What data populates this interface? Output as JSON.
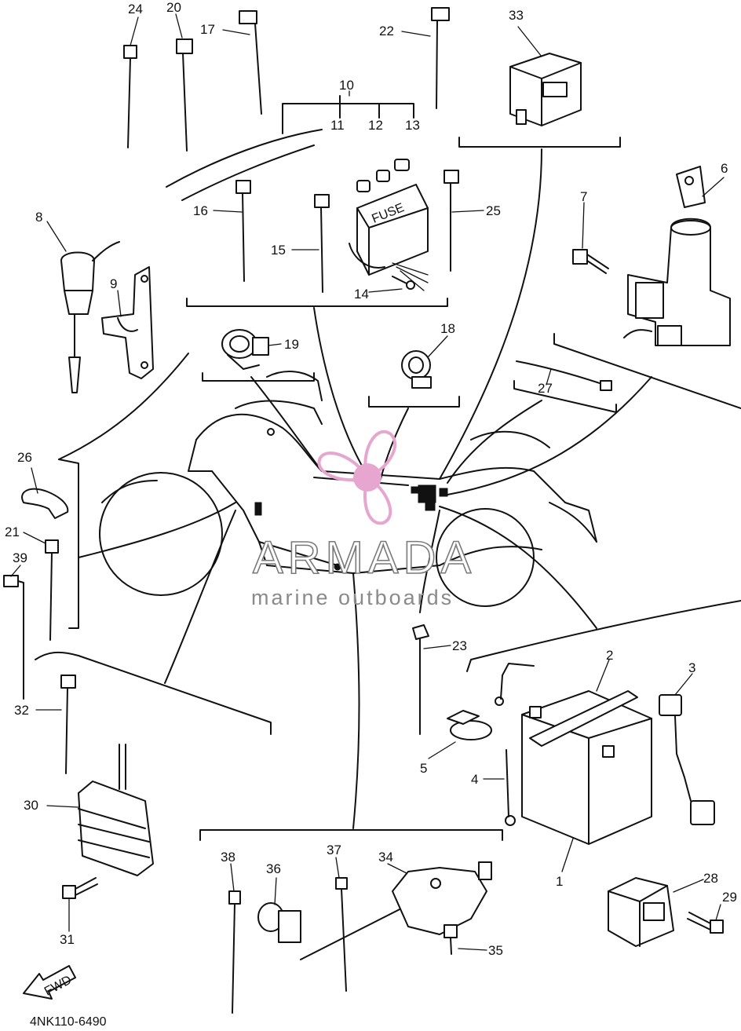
{
  "diagram": {
    "part_code": "4NK110-6490",
    "fuse_label": "FUSE",
    "fwd_label": "FWD",
    "watermark": {
      "brand": "ARMADA",
      "tagline": "marine outboards",
      "brand_color": "#7a7a7a",
      "logo_color": "#e7a6cf"
    },
    "callouts": [
      "1",
      "2",
      "3",
      "4",
      "5",
      "6",
      "7",
      "8",
      "9",
      "10",
      "11",
      "12",
      "13",
      "14",
      "15",
      "16",
      "17",
      "18",
      "19",
      "20",
      "21",
      "22",
      "23",
      "24",
      "25",
      "26",
      "27",
      "28",
      "29",
      "30",
      "31",
      "32",
      "33",
      "34",
      "35",
      "36",
      "37",
      "38",
      "39"
    ]
  }
}
